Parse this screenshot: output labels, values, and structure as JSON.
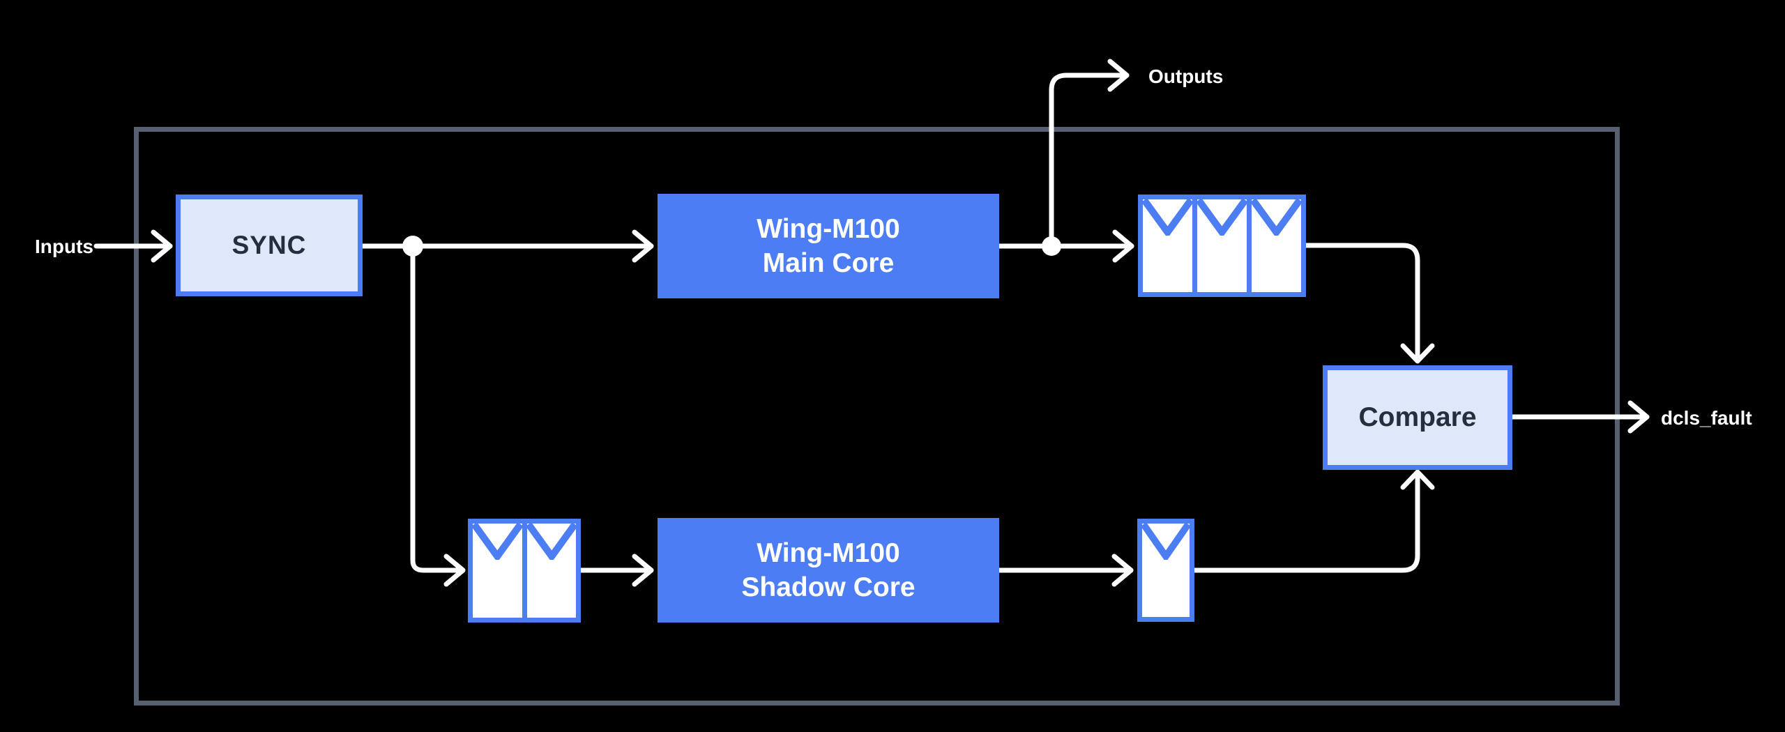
{
  "labels": {
    "inputs": "Inputs",
    "outputs": "Outputs",
    "dcls_fault": "dcls_fault"
  },
  "blocks": {
    "sync": {
      "label": "SYNC"
    },
    "main_core": {
      "line1": "Wing-M100",
      "line2": "Main Core"
    },
    "shadow_core": {
      "line1": "Wing-M100",
      "line2": "Shadow Core"
    },
    "compare": {
      "label": "Compare"
    }
  },
  "delays": {
    "main_output": {
      "stages": 3
    },
    "shadow_input": {
      "stages": 2
    },
    "shadow_output": {
      "stages": 1
    }
  },
  "colors": {
    "accent_blue": "#4c7df2",
    "light_fill": "#dfe7fb",
    "wire_white": "#ffffff",
    "frame_gray": "#566070",
    "text_dark": "#262e3e",
    "background": "#000000"
  }
}
